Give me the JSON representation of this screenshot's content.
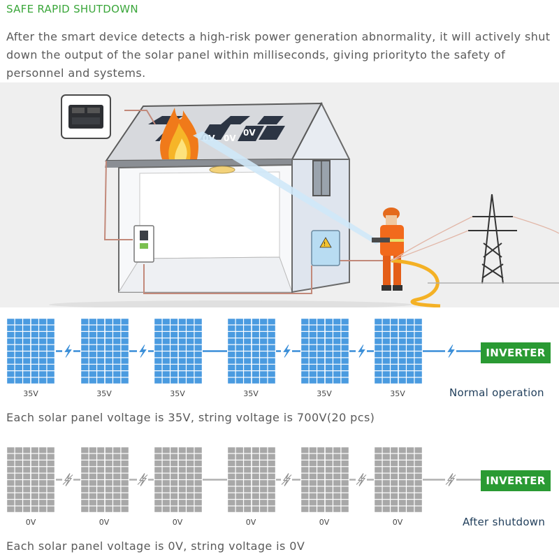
{
  "title": "SAFE RAPID SHUTDOWN",
  "description": "After the smart device detects a high-risk power generation abnormality, it will actively shut down the output of the solar panel within milliseconds, giving priorityto the safety of personnel and systems.",
  "scene": {
    "roof_panel_voltages": [
      "0V",
      "0V",
      "0V",
      "0V"
    ],
    "icons": [
      "shutdown-device-icon",
      "fire-icon",
      "house-icon",
      "inverter-unit-icon",
      "electrical-box-icon",
      "firefighter-icon",
      "power-tower-icon"
    ]
  },
  "normal_row": {
    "voltages": [
      "35V",
      "35V",
      "35V",
      "35V",
      "35V",
      "35V"
    ],
    "inverter_label": "INVERTER",
    "status": "Normal operation",
    "caption": "Each solar panel voltage is 35V, string voltage is 700V(20 pcs)",
    "panel_color": "#4a9be0",
    "connector_color": "#3a8ed8"
  },
  "shutdown_row": {
    "voltages": [
      "0V",
      "0V",
      "0V",
      "0V",
      "0V",
      "0V"
    ],
    "inverter_label": "INVERTER",
    "status": "After shutdown",
    "caption": "Each solar panel voltage is 0V, string voltage is 0V",
    "panel_color": "#a8a8a8",
    "connector_color": "#b0b0b0"
  },
  "colors": {
    "accent": "#3aa63a",
    "inverter": "#2a9a33",
    "text": "#5a5a5a"
  }
}
